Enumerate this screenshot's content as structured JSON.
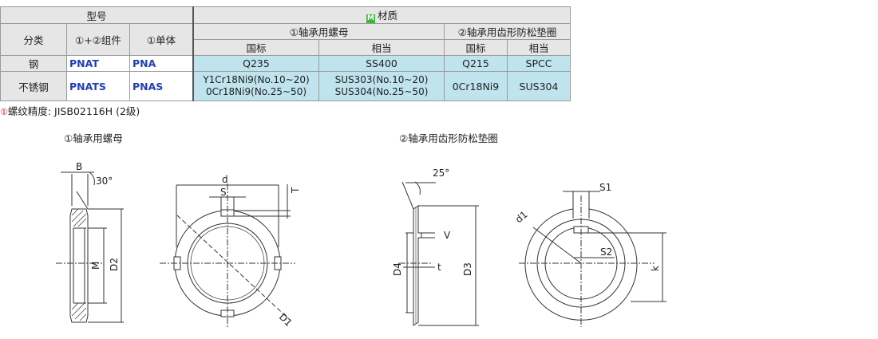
{
  "table": {
    "h_model": "型号",
    "h_class": "分类",
    "h_combo": "①+②组件",
    "h_single": "①单体",
    "h_material": "材质",
    "h_nut": "①轴承用螺母",
    "h_washer": "②轴承用齿形防松垫圈",
    "h_gb": "国标",
    "h_eq": "相当",
    "rows": [
      {
        "class": "钢",
        "combo": "PNAT",
        "single": "PNA",
        "nut_gb": "Q235",
        "nut_eq": "SS400",
        "w_gb": "Q215",
        "w_eq": "SPCC"
      },
      {
        "class": "不锈钢",
        "combo": "PNATS",
        "single": "PNAS",
        "nut_gb_1": "Y1Cr18Ni9(No.10~20)",
        "nut_gb_2": "0Cr18Ni9(No.25~50)",
        "nut_eq_1": "SUS303(No.10~20)",
        "nut_eq_2": "SUS304(No.25~50)",
        "w_gb": "0Cr18Ni9",
        "w_eq": "SUS304"
      }
    ]
  },
  "note": {
    "icon": "①",
    "text": "螺纹精度: JISB02116H (2级)"
  },
  "captions": {
    "nut": "①轴承用螺母",
    "washer": "②轴承用齿形防松垫圈"
  },
  "labels": {
    "B": "B",
    "angle30": "30°",
    "M": "M",
    "D2": "D2",
    "d": "d",
    "S": "S",
    "T": "T",
    "D1": "D1",
    "angle25": "25°",
    "V": "V",
    "D4": "D4",
    "t": "t",
    "D3": "D3",
    "S1": "S1",
    "d1": "d1",
    "S2": "S2",
    "k": "k"
  },
  "colors": {
    "header_bg": "#e6e6e6",
    "material_bg": "#bfe4ee",
    "code_text": "#1f3fb3",
    "m_badge": "#3fb43f"
  }
}
